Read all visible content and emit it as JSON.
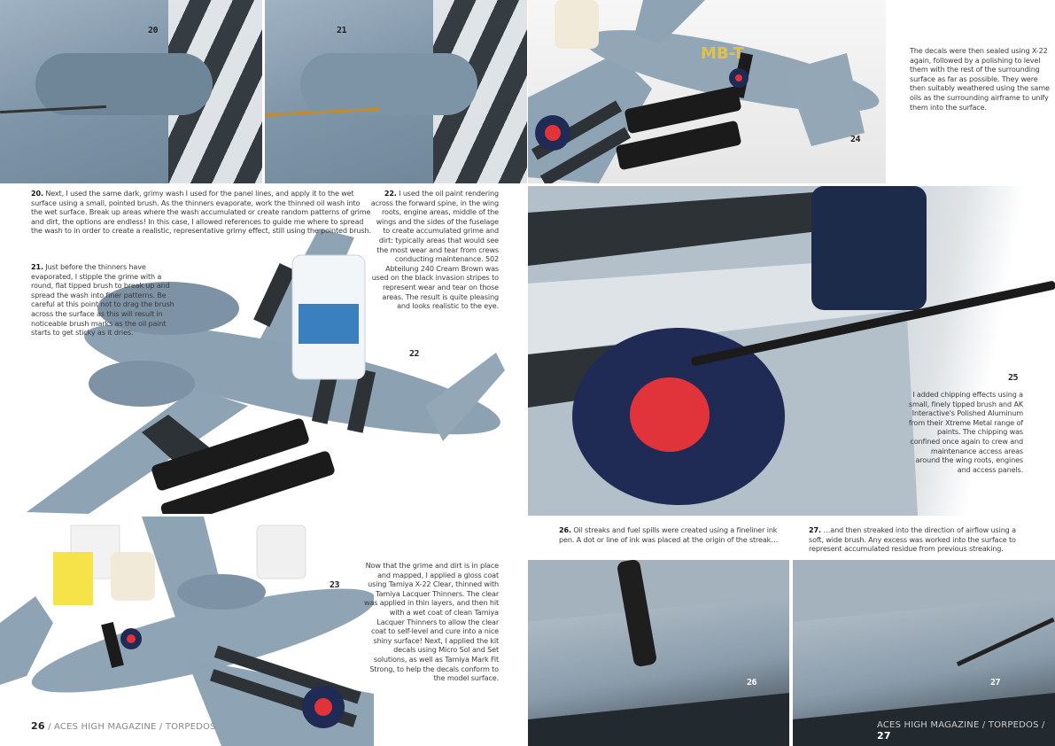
{
  "left_page": {
    "photo_labels": {
      "p20": "20",
      "p21": "21",
      "p22": "22",
      "p23": "23"
    },
    "step20": {
      "num": "20.",
      "text": "Next, I used the same dark, grimy wash I used for the panel lines, and apply it to the wet surface using a small, pointed brush. As the thinners evaporate, work the thinned oil wash into the wet surface. Break up areas where the wash accumulated or create random patterns of grime and dirt, the options are endless! In this case, I allowed references to guide me where to spread the wash to in order to create a realistic, representative grimy effect, still using the pointed brush."
    },
    "step21": {
      "num": "21.",
      "text": "Just before the thinners have evaporated, I stipple the grime with a round, flat tipped brush to break up and spread the wash into finer patterns. Be careful at this point not to drag the brush across the surface as this will result in noticeable brush marks as the oil paint starts to get sticky as it dries."
    },
    "step22": {
      "num": "22.",
      "text": "I used the oil paint rendering across the forward spine, in the wing roots, engine areas, middle of the wings and the sides of the fuselage to create accumulated grime and dirt: typically areas that would see the most wear and tear from crews conducting maintenance. 502 Abteilung 240 Cream Brown was used on the black invasion stripes to represent wear and tear on those areas. The result is quite pleasing and looks realistic to the eye."
    },
    "step23": {
      "text": "Now that the grime and dirt is in place and mapped, I applied a gloss coat using Tamiya X-22 Clear, thinned with Tamiya Lacquer Thinners. The clear was applied in thin layers, and then hit with a wet coat of clean Tamiya Lacquer Thinners to allow the clear coat to self-level and cure into a nice shiny surface! Next, I applied the kit decals using Micro Sol and Set solutions, as well as Tamiya Mark Fit Strong, to help the decals conform to the model surface."
    },
    "footer": {
      "page": "26",
      "text": "/  ACES HIGH MAGAZINE  /  TORPEDOS"
    }
  },
  "right_page": {
    "photo_labels": {
      "p24": "24",
      "p25": "25",
      "p26": "26",
      "p27": "27"
    },
    "step24": {
      "text": "The decals were then sealed using X-22 again, followed by a polishing to level them with the rest of the surrounding surface as far as possible. They were then suitably weathered using the same oils as the surrounding airframe to unify them into the surface."
    },
    "step25": {
      "text": "I added chipping effects using a small, finely tipped brush and AK Interactive's Polished Aluminum from their Xtreme Metal range of paints. The chipping was confined once again to crew and maintenance access areas around the wing roots, engines and access panels."
    },
    "step26": {
      "num": "26.",
      "text": "Oil streaks and fuel spills were created using a fineliner ink pen. A dot or line of ink was placed at the origin of the streak…"
    },
    "step27": {
      "num": "27.",
      "text": "…and then streaked into the direction of airflow using a soft, wide brush. Any excess was worked into the surface to represent accumulated residue from previous streaking."
    },
    "footer": {
      "text": "ACES HIGH MAGAZINE  /  TORPEDOS  /",
      "page": "27"
    }
  },
  "colors": {
    "roundel_blue": "#1f2a55",
    "roundel_red": "#e0333a",
    "airframe": "#8a9fb1",
    "stripe_dark": "#2c3236"
  }
}
